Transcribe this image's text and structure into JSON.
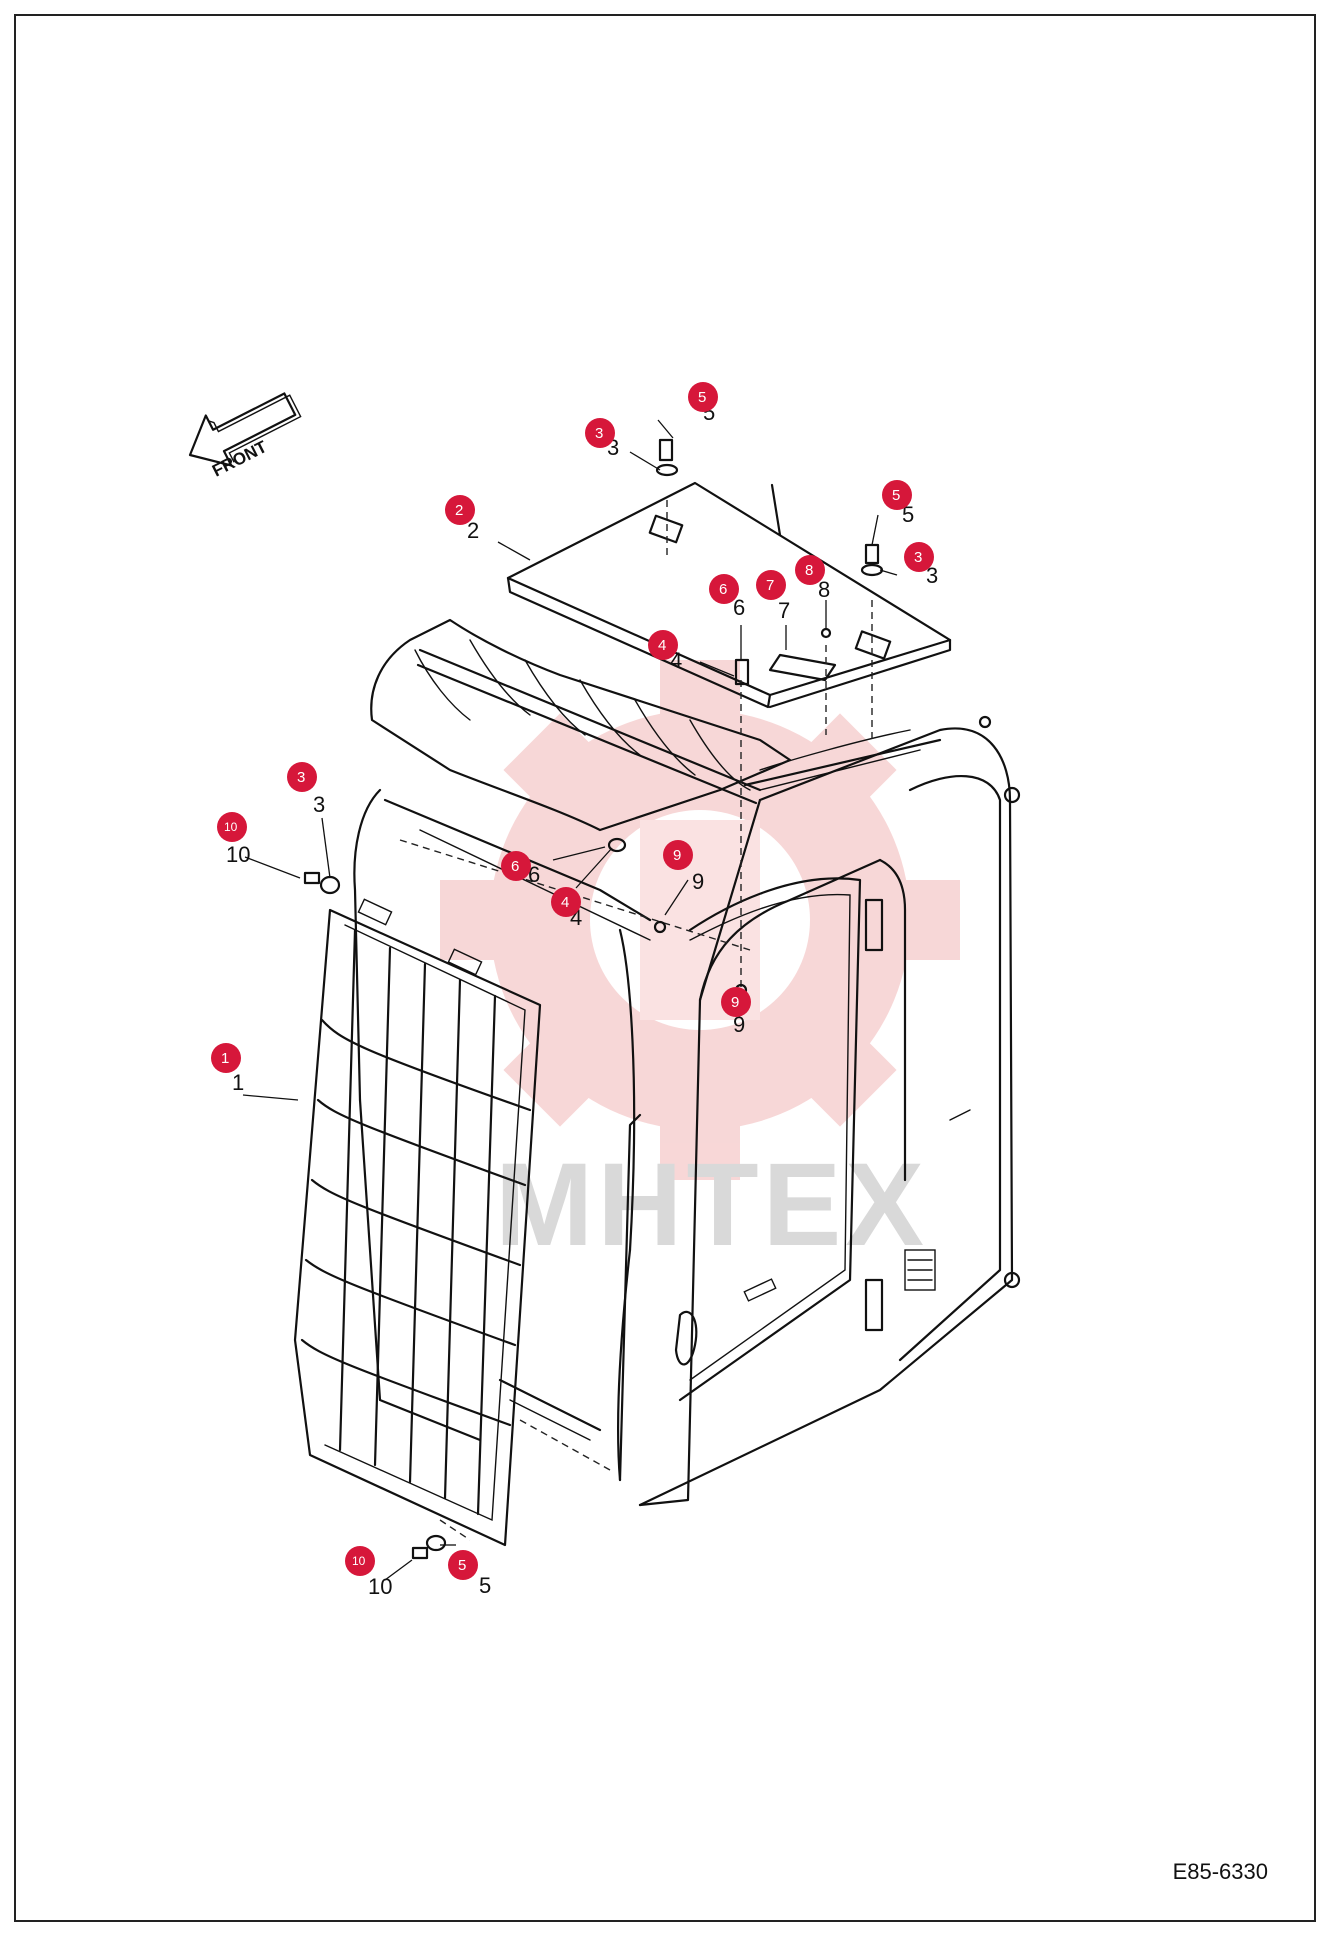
{
  "drawing_id": "E85-6330",
  "front_label": "FRONT",
  "watermark": {
    "text": "MHTEX",
    "color": "#f2b7b7"
  },
  "badge_color": "#d6173a",
  "callouts": [
    {
      "number": "1",
      "label": "1"
    },
    {
      "number": "2",
      "label": "2"
    },
    {
      "number": "3",
      "label": "3"
    },
    {
      "number": "3",
      "label": "3"
    },
    {
      "number": "3",
      "label": "3"
    },
    {
      "number": "4",
      "label": "4"
    },
    {
      "number": "4",
      "label": "4"
    },
    {
      "number": "5",
      "label": "5"
    },
    {
      "number": "5",
      "label": "5"
    },
    {
      "number": "5",
      "label": "5"
    },
    {
      "number": "6",
      "label": "6"
    },
    {
      "number": "6",
      "label": "6"
    },
    {
      "number": "7",
      "label": "7"
    },
    {
      "number": "8",
      "label": "8"
    },
    {
      "number": "9",
      "label": "9"
    },
    {
      "number": "9",
      "label": "9"
    },
    {
      "number": "10",
      "label": "10"
    },
    {
      "number": "10",
      "label": "10"
    }
  ]
}
